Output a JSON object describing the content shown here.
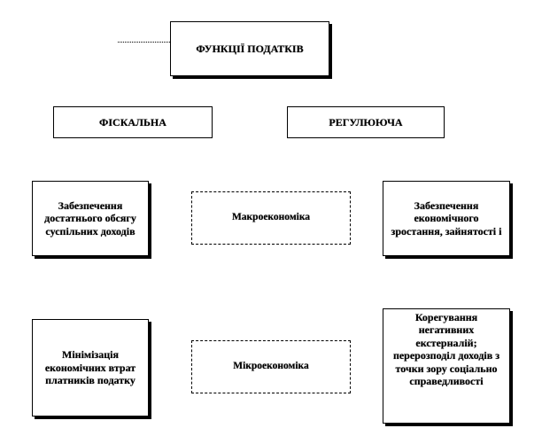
{
  "root": {
    "title": "ФУНКЦІЇ ПОДАТКІВ"
  },
  "branches": {
    "fiscal": {
      "title": "ФІСКАЛЬНА"
    },
    "regulatory": {
      "title": "РЕГУЛЮЮЧА"
    }
  },
  "fiscal_items": [
    {
      "text": "Забезпечення достатнього обсягу суспільних доходів"
    },
    {
      "text": "Мінімізація економічних втрат платників податку"
    }
  ],
  "middle_items": [
    {
      "text": "Макроекономіка"
    },
    {
      "text": "Мікроекономіка"
    }
  ],
  "regulatory_items": [
    {
      "text": "Забезпечення економічного зростання, зайнятості і"
    },
    {
      "text": "Корегування негативних екстерналій; перерозподіл доходів з точки зору соціально справедливості"
    }
  ]
}
